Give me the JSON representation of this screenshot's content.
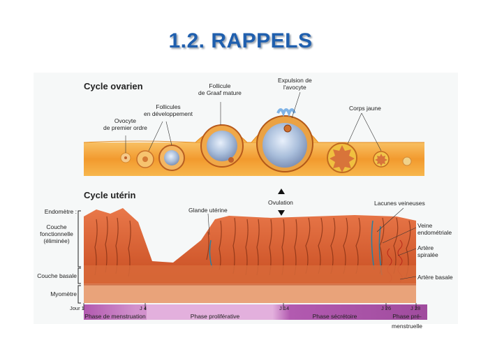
{
  "title": "1.2. RAPPELS",
  "ovarian": {
    "heading": "Cycle ovarien",
    "labels": {
      "oocyte": "Ovocyte\nde premier ordre",
      "developing": "Follicules\nen développement",
      "graaf": "Follicule\nde Graaf mature",
      "expulsion": "Expulsion de\nl'avocyte",
      "corpus": "Corps jaune"
    }
  },
  "uterine": {
    "heading": "Cycle utérin",
    "ovulation": "Ovulation",
    "left_labels": {
      "endometre": "Endomètre :",
      "couche_fonc": "Couche\nfonctionnelle\n(éliminée)",
      "couche_basale": "Couche basale",
      "myometre": "Myomètre"
    },
    "inner_labels": {
      "glande": "Glande utérine",
      "lacunes": "Lacunes veineuses"
    },
    "right_labels": {
      "veine": "Veine\nendométriale",
      "artere_spiralee": "Artère\nspiralée",
      "artere_basale": "Artère basale"
    },
    "days": [
      "Jour 1",
      "J 4",
      "J 14",
      "J 26",
      "J 28"
    ],
    "phases": [
      "Phase de menstruation",
      "Phase proliférative",
      "Phase sécrétoire",
      "Phase pré-menstruelle"
    ]
  },
  "colors": {
    "title": "#1f5fae",
    "ovary": "#f3a33a",
    "endometrium": "#d2582a",
    "myometrium": "#e89a6a",
    "phase_light": "#e7b4e0",
    "phase_dark": "#b65cae",
    "vein": "#2a7fa0"
  }
}
